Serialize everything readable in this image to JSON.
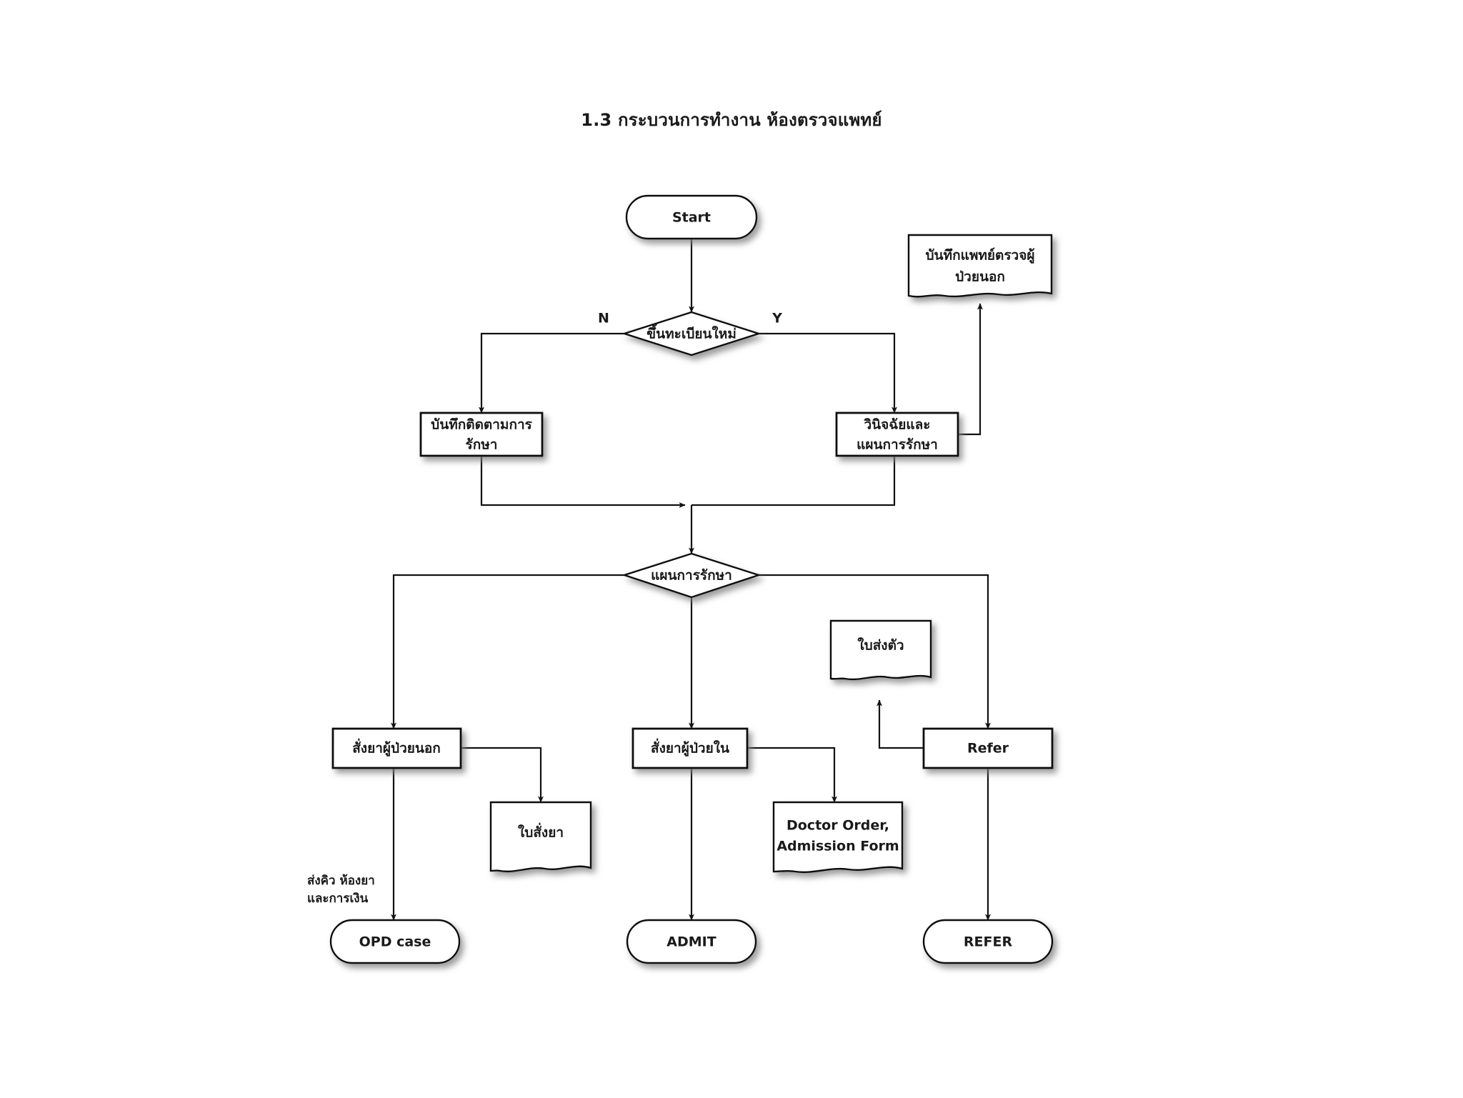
{
  "diagram": {
    "title": "1.3 กระบวนการทำงาน ห้องตรวจแพทย์",
    "type": "flowchart",
    "background_color": "#ffffff",
    "stroke_color": "#111111",
    "text_color": "#1a1a1a",
    "nodes": [
      {
        "id": "start",
        "shape": "terminator",
        "label": "Start"
      },
      {
        "id": "doc-exam",
        "shape": "document",
        "label_line1": "บันทึกแพทย์ตรวจผู้",
        "label_line2": "ป่วยนอก"
      },
      {
        "id": "dec-register",
        "shape": "decision",
        "label": "ขึ้นทะเบียนใหม่"
      },
      {
        "id": "proc-follow",
        "shape": "process",
        "label_line1": "บันทึกติดตามการ",
        "label_line2": "รักษา"
      },
      {
        "id": "proc-diag",
        "shape": "process",
        "label_line1": "วินิจฉัยและ",
        "label_line2": "แผนการรักษา"
      },
      {
        "id": "dec-plan",
        "shape": "decision",
        "label": "แผนการรักษา"
      },
      {
        "id": "doc-refer",
        "shape": "document",
        "label": "ใบส่งตัว"
      },
      {
        "id": "proc-opd-rx",
        "shape": "process",
        "label": "สั่งยาผู้ป่วยนอก"
      },
      {
        "id": "proc-ipd-rx",
        "shape": "process",
        "label": "สั่งยาผู้ป่วยใน"
      },
      {
        "id": "proc-refer",
        "shape": "process",
        "label": "Refer"
      },
      {
        "id": "doc-rx",
        "shape": "document",
        "label": "ใบสั่งยา"
      },
      {
        "id": "doc-order",
        "shape": "document",
        "label_line1": "Doctor Order,",
        "label_line2": "Admission Form"
      },
      {
        "id": "end-opd",
        "shape": "terminator",
        "label": "OPD case"
      },
      {
        "id": "end-admit",
        "shape": "terminator",
        "label": "ADMIT"
      },
      {
        "id": "end-refer",
        "shape": "terminator",
        "label": "REFER"
      }
    ],
    "edge_labels": {
      "decision_no": "N",
      "decision_yes": "Y",
      "queue_line1": "ส่งคิว ห้องยา",
      "queue_line2": "และการเงิน"
    }
  }
}
